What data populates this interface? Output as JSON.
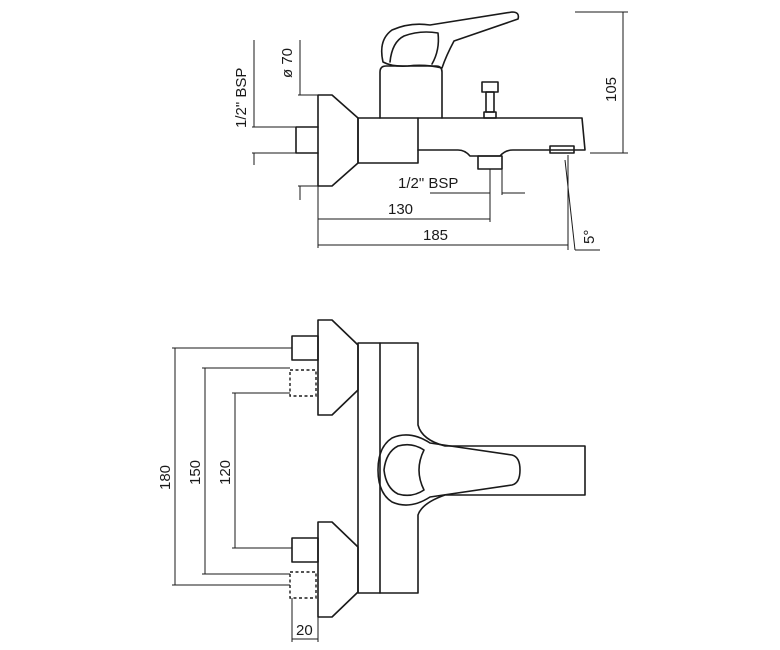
{
  "labels": {
    "bsp_left": "1/2\" BSP",
    "diameter": "ø 70",
    "height": "105",
    "bsp_bottom": "1/2\" BSP",
    "dim_130": "130",
    "dim_185": "185",
    "angle": "5°",
    "dim_180": "180",
    "dim_150": "150",
    "dim_120": "120",
    "dim_20": "20"
  }
}
